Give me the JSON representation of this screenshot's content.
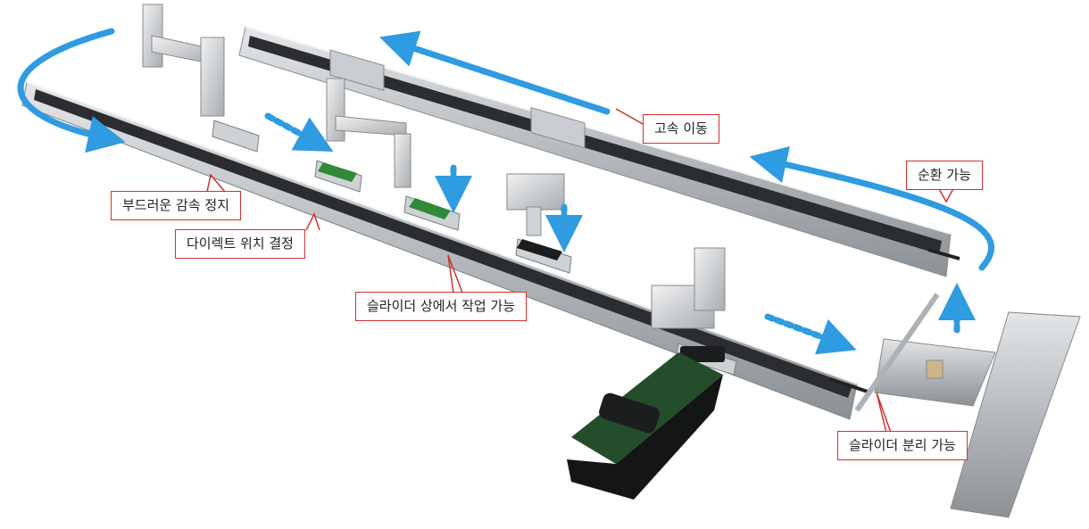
{
  "labels": {
    "high_speed_move": "고속 이동",
    "circulation_possible": "순환 가능",
    "smooth_decel_stop": "부드러운 감속 정지",
    "direct_positioning": "다이렉트 위치 결정",
    "work_on_slider": "슬라이더 상에서 작업 가능",
    "slider_separation": "슬라이더 분리 가능"
  },
  "colors": {
    "flow_arrow": "#2f9be0",
    "callout_border": "#d0312d",
    "rail_body": "#b9bcc0",
    "rail_dark": "#2b2d30",
    "conveyor": "#244d2c",
    "pcb": "#2f8a3a"
  },
  "icons": [
    "yamaha-robot",
    "linear-rail",
    "slider",
    "pcb-board",
    "conveyor-belt",
    "flow-arrow"
  ]
}
